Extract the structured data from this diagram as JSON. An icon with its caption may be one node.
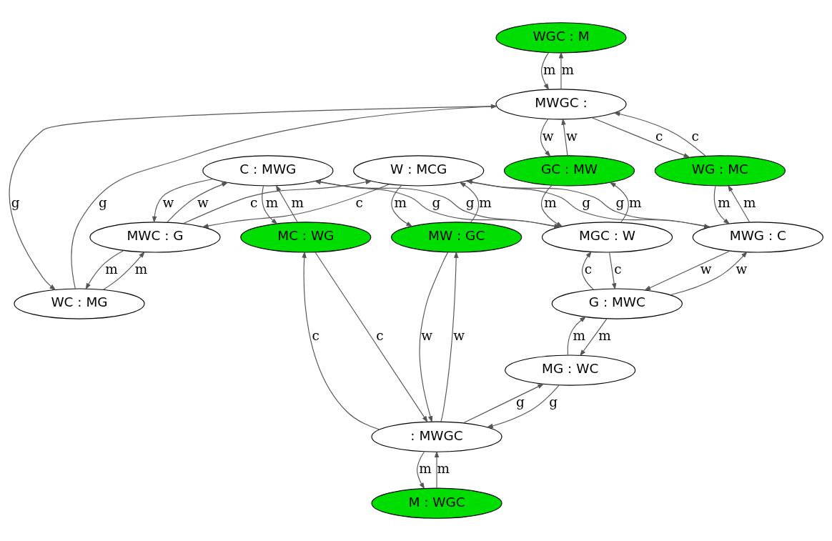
{
  "diagram": {
    "nodes": [
      {
        "text": [
          "WGC : M"
        ]
      },
      {
        "text": [
          "MWGC :"
        ]
      },
      {
        "text": [
          "WC : MG"
        ]
      },
      {
        "text": [
          "MWC : G"
        ]
      },
      {
        "text": [
          "GC : MW"
        ]
      },
      {
        "text": [
          "WG : MC"
        ]
      },
      {
        "text": [
          "C : MWG"
        ]
      },
      {
        "text": [
          "W : MCG"
        ]
      },
      {
        "text": [
          "MC : WG"
        ]
      },
      {
        "text": [
          "MGC : W"
        ]
      },
      {
        "text": [
          "MWG : C"
        ]
      },
      {
        "text": [
          "MW : GC"
        ]
      },
      {
        "text": [
          "G : MWC"
        ]
      },
      {
        "text": [
          "MG : WC"
        ]
      },
      {
        "text": [
          ": MWGC"
        ]
      },
      {
        "text": [
          "M : WGC"
        ]
      }
    ],
    "edges": [
      {
        "from": 1,
        "to": 0,
        "arrow": "to",
        "label": "m"
      },
      {
        "from": 0,
        "to": 1,
        "arrow": "to",
        "label": "m"
      },
      {
        "from": 1,
        "to": 2,
        "arrow": "to",
        "label": "g"
      },
      {
        "from": 2,
        "to": 1,
        "arrow": "to",
        "label": "g"
      },
      {
        "from": 3,
        "to": 2,
        "arrow": "to",
        "label": "m"
      },
      {
        "from": 2,
        "to": 3,
        "arrow": "to",
        "label": "m"
      },
      {
        "from": 1,
        "to": 4,
        "arrow": "to",
        "label": "w"
      },
      {
        "from": 4,
        "to": 1,
        "arrow": "to",
        "label": "w"
      },
      {
        "from": 1,
        "to": 5,
        "arrow": "to",
        "label": "c"
      },
      {
        "from": 5,
        "to": 1,
        "arrow": "to",
        "label": "c"
      },
      {
        "from": 3,
        "to": 6,
        "arrow": "to",
        "label": "w"
      },
      {
        "from": 6,
        "to": 3,
        "arrow": "to",
        "label": "w"
      },
      {
        "from": 3,
        "to": 7,
        "arrow": "to",
        "label": "c"
      },
      {
        "from": 7,
        "to": 3,
        "arrow": "to",
        "label": "c"
      },
      {
        "from": 4,
        "to": 9,
        "arrow": "to",
        "label": "m"
      },
      {
        "from": 9,
        "to": 4,
        "arrow": "to",
        "label": "m"
      },
      {
        "from": 8,
        "to": 6,
        "arrow": "to",
        "label": "m"
      },
      {
        "from": 6,
        "to": 8,
        "arrow": "to",
        "label": "m"
      },
      {
        "from": 9,
        "to": 6,
        "arrow": "to",
        "label": "g"
      },
      {
        "from": 6,
        "to": 9,
        "arrow": "to",
        "label": "g"
      },
      {
        "from": 10,
        "to": 7,
        "arrow": "to",
        "label": "g"
      },
      {
        "from": 7,
        "to": 10,
        "arrow": "to",
        "label": "g"
      },
      {
        "from": 10,
        "to": 5,
        "arrow": "to",
        "label": "m"
      },
      {
        "from": 5,
        "to": 10,
        "arrow": "to",
        "label": "m"
      },
      {
        "from": 7,
        "to": 11,
        "arrow": "to",
        "label": "m"
      },
      {
        "from": 11,
        "to": 7,
        "arrow": "to",
        "label": "m"
      },
      {
        "from": 12,
        "to": 9,
        "arrow": "to",
        "label": "c"
      },
      {
        "from": 9,
        "to": 12,
        "arrow": "to",
        "label": "c"
      },
      {
        "from": 10,
        "to": 12,
        "arrow": "to",
        "label": "w"
      },
      {
        "from": 12,
        "to": 10,
        "arrow": "to",
        "label": "w"
      },
      {
        "from": 13,
        "to": 12,
        "arrow": "to",
        "label": "m"
      },
      {
        "from": 12,
        "to": 13,
        "arrow": "to",
        "label": "m"
      },
      {
        "from": 14,
        "to": 13,
        "arrow": "to",
        "label": "g"
      },
      {
        "from": 13,
        "to": 14,
        "arrow": "to",
        "label": "g"
      },
      {
        "from": 14,
        "to": 8,
        "arrow": "to",
        "label": "c"
      },
      {
        "from": 8,
        "to": 14,
        "arrow": "to",
        "label": "c"
      },
      {
        "from": 11,
        "to": 14,
        "arrow": "to",
        "label": "w"
      },
      {
        "from": 14,
        "to": 11,
        "arrow": "to",
        "label": "w"
      },
      {
        "from": 15,
        "to": 14,
        "arrow": "to",
        "label": "m"
      },
      {
        "from": 14,
        "to": 15,
        "arrow": "to",
        "label": "m"
      }
    ]
  }
}
